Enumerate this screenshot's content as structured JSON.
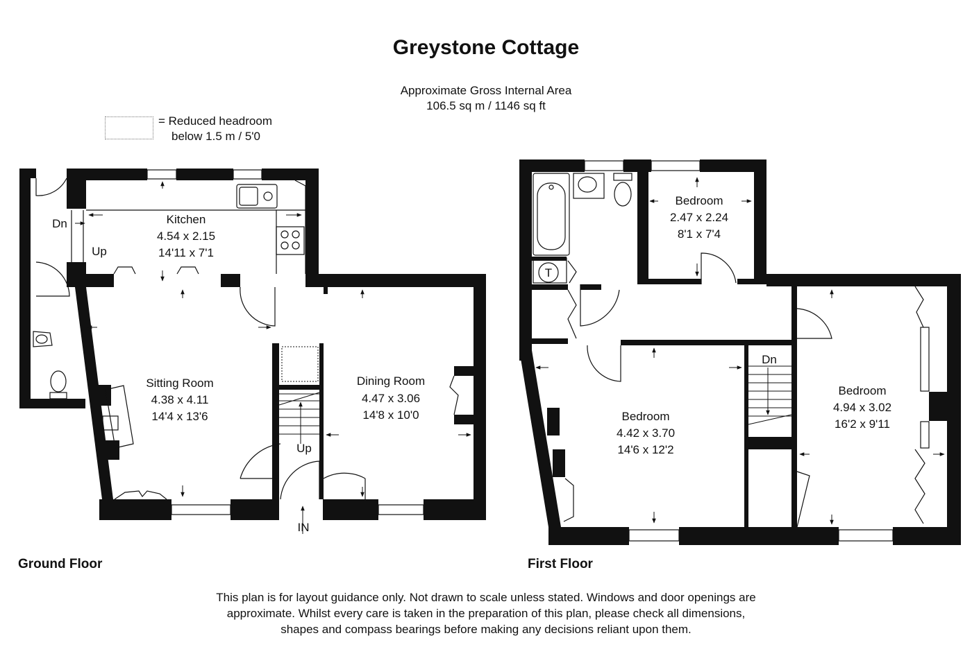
{
  "title": "Greystone Cottage",
  "area": {
    "line1": "Approximate Gross Internal Area",
    "line2": "106.5 sq m / 1146 sq ft"
  },
  "legend": {
    "line1": "=  Reduced headroom",
    "line2": "below 1.5 m / 5'0"
  },
  "ground_floor": {
    "label": "Ground Floor",
    "rooms": [
      {
        "name": "Kitchen",
        "metric": "4.54 x 2.15",
        "imperial": "14'11 x 7'1"
      },
      {
        "name": "Sitting Room",
        "metric": "4.38 x 4.11",
        "imperial": "14'4 x 13'6"
      },
      {
        "name": "Dining Room",
        "metric": "4.47 x 3.06",
        "imperial": "14'8 x 10'0"
      }
    ],
    "markers": {
      "dn": "Dn",
      "up_kitchen": "Up",
      "up_stairs": "Up",
      "entrance": "IN"
    }
  },
  "first_floor": {
    "label": "First Floor",
    "rooms": [
      {
        "name": "Bedroom",
        "metric": "2.47 x 2.24",
        "imperial": "8'1 x 7'4"
      },
      {
        "name": "Bedroom",
        "metric": "4.42 x 3.70",
        "imperial": "14'6 x 12'2"
      },
      {
        "name": "Bedroom",
        "metric": "4.94 x 3.02",
        "imperial": "16'2 x 9'11"
      }
    ],
    "markers": {
      "dn": "Dn",
      "tank": "T"
    }
  },
  "disclaimer": {
    "line1": "This plan is for layout guidance only. Not drawn to scale unless stated. Windows and door openings are",
    "line2": "approximate. Whilst every care is taken in the preparation of this plan, please check all dimensions,",
    "line3": "shapes and compass bearings before making any decisions reliant upon them."
  }
}
